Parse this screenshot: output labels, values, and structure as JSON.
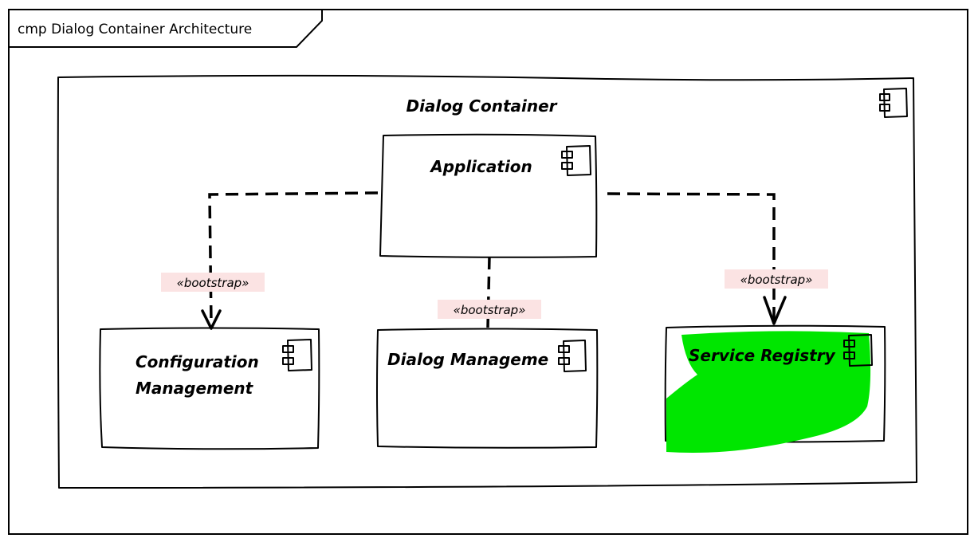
{
  "frame": {
    "title": "cmp Dialog Container Architecture"
  },
  "container": {
    "name": "Dialog Container"
  },
  "components": {
    "application": {
      "name": "Application"
    },
    "configuration": {
      "name_line1": "Configuration",
      "name_line2": "Management"
    },
    "dialog_management": {
      "name": "Dialog Manageme"
    },
    "service_registry": {
      "name": "Service Registry",
      "highlight_color": "#00e600"
    }
  },
  "connectors": {
    "to_configuration": {
      "stereotype": "«bootstrap»"
    },
    "to_dialog_management": {
      "stereotype": "«bootstrap»"
    },
    "to_service_registry": {
      "stereotype": "«bootstrap»"
    }
  },
  "colors": {
    "stereotype_label_bg": "#fbe3e3",
    "line": "#000000"
  }
}
